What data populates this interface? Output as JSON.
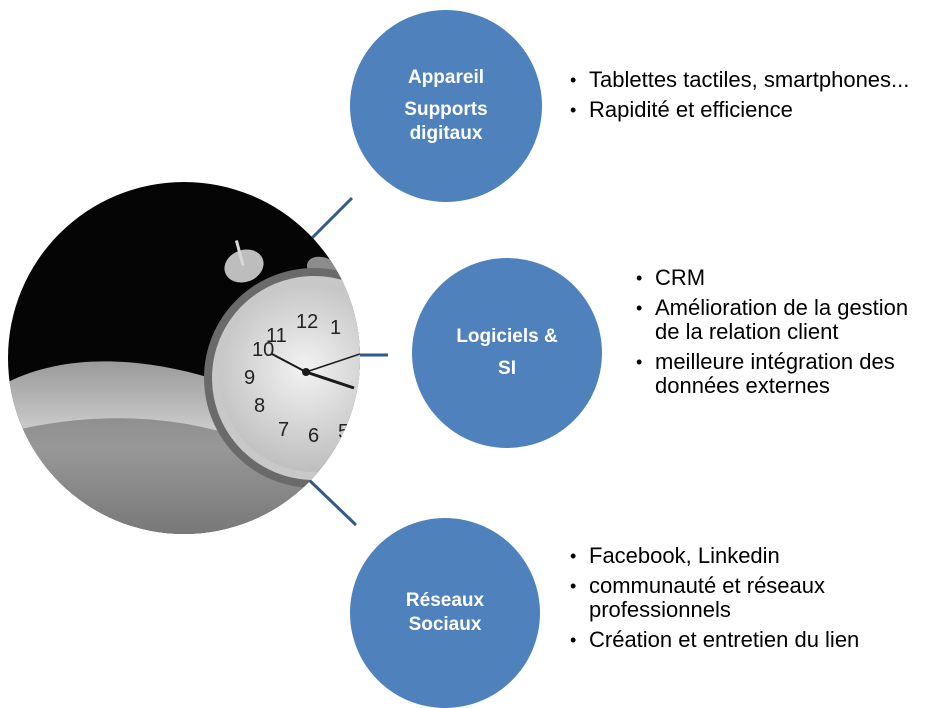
{
  "nodes": [
    {
      "lines": [
        "Appareil",
        "Supports",
        "digitaux"
      ]
    },
    {
      "lines": [
        "Logiciels &",
        "SI"
      ]
    },
    {
      "lines": [
        "Réseaux",
        "Sociaux"
      ]
    }
  ],
  "lists": [
    [
      "Tablettes tactiles, smartphones...",
      "Rapidité et efficience"
    ],
    [
      "CRM",
      "Amélioration de la gestion de la relation client",
      "meilleure intégration des données externes"
    ],
    [
      "Facebook, Linkedin",
      "communauté et réseaux professionnels",
      "Création et entretien du lien"
    ]
  ],
  "colors": {
    "node_fill": "#4f81bd",
    "connector": "#2e5a8e",
    "text": "#000000"
  },
  "photo": {
    "icon": "alarm-clock-in-hand-photo",
    "clock_numerals": [
      "12",
      "1",
      "11",
      "10",
      "9",
      "8",
      "7",
      "6",
      "5"
    ]
  }
}
